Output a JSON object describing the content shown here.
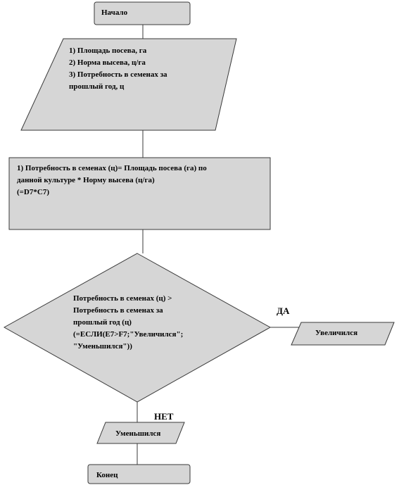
{
  "start": {
    "label": "Начало"
  },
  "input": {
    "lines": [
      "1) Площадь  посева, га",
      "2) Норма высева, ц/га",
      "3) Потребность в семенах за",
      "прошлый год, ц"
    ]
  },
  "process": {
    "lines": [
      "1) Потребность в семенах (ц)= Площадь посева (га) по",
      "данной культуре * Норму высева (ц/га)",
      "(=D7*C7)"
    ]
  },
  "decision": {
    "lines": [
      "Потребность в семенах (ц) >",
      "Потребность в семенах за",
      "прошлый год (ц)",
      "(=ЕСЛИ(E7>F7;\"Увеличился\";",
      "\"Уменьшился\"))"
    ]
  },
  "yes_label": "ДА",
  "no_label": "НЕТ",
  "output_yes": {
    "label": "Увеличился"
  },
  "output_no": {
    "label": "Уменьшился"
  },
  "end": {
    "label": "Конец"
  }
}
